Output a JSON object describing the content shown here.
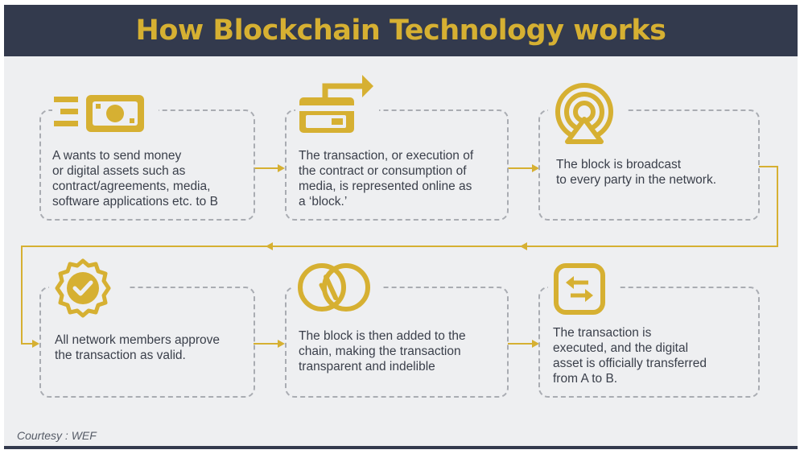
{
  "title": "How Blockchain Technology works",
  "courtesy": "Courtesy : WEF",
  "colors": {
    "header_bg": "#333a4d",
    "accent": "#d6b032",
    "panel_bg": "#eeeff1",
    "dash": "#a9acb2"
  },
  "steps": [
    {
      "icon": "money-icon",
      "text": "A wants to send money\nor digital assets such as\ncontract/agreements, media,\nsoftware applications etc. to B"
    },
    {
      "icon": "card-transfer-icon",
      "text": "The transaction, or execution of\nthe contract or consumption of\nmedia, is represented online as\na ‘block.’"
    },
    {
      "icon": "broadcast-icon",
      "text": "The block is broadcast\nto every party in the network."
    },
    {
      "icon": "verified-badge-icon",
      "text": "All network members approve\nthe transaction as valid."
    },
    {
      "icon": "linked-rings-icon",
      "text": "The block is then added to the\nchain, making the transaction\ntransparent and indelible"
    },
    {
      "icon": "exchange-arrows-icon",
      "text": "The transaction is\nexecuted, and the digital\nasset is officially transferred\nfrom A to B."
    }
  ]
}
